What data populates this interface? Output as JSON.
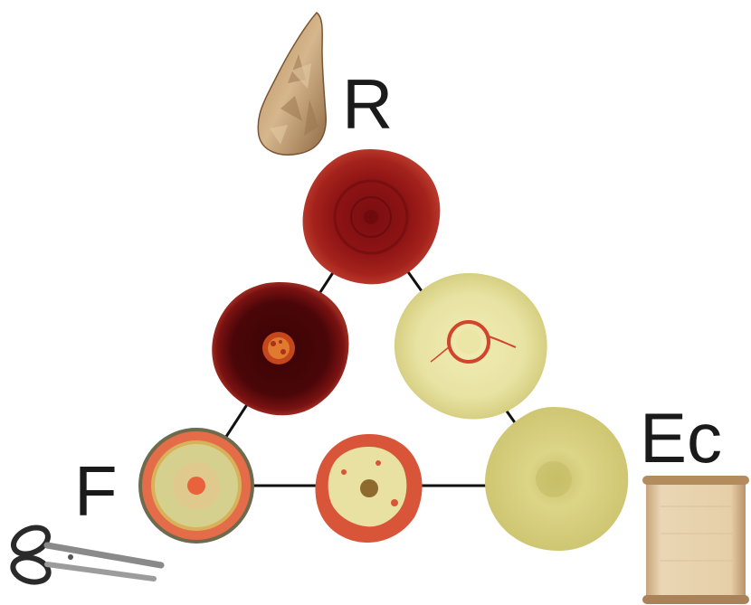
{
  "labels": {
    "top": "R",
    "right": "Ec",
    "left": "F"
  },
  "icons": {
    "top": "arrowhead-stone-icon",
    "right": "parchment-scroll-icon",
    "left": "scissors-icon"
  },
  "colonies": [
    {
      "id": "apex",
      "color": "#8e1313"
    },
    {
      "id": "left-mid",
      "color": "#4a0606"
    },
    {
      "id": "right-mid",
      "color": "#e7e2a0"
    },
    {
      "id": "bottom-left",
      "color": "#e66e4a"
    },
    {
      "id": "bottom-mid",
      "color": "#d7543a"
    },
    {
      "id": "bottom-right",
      "color": "#d8d27a"
    }
  ]
}
